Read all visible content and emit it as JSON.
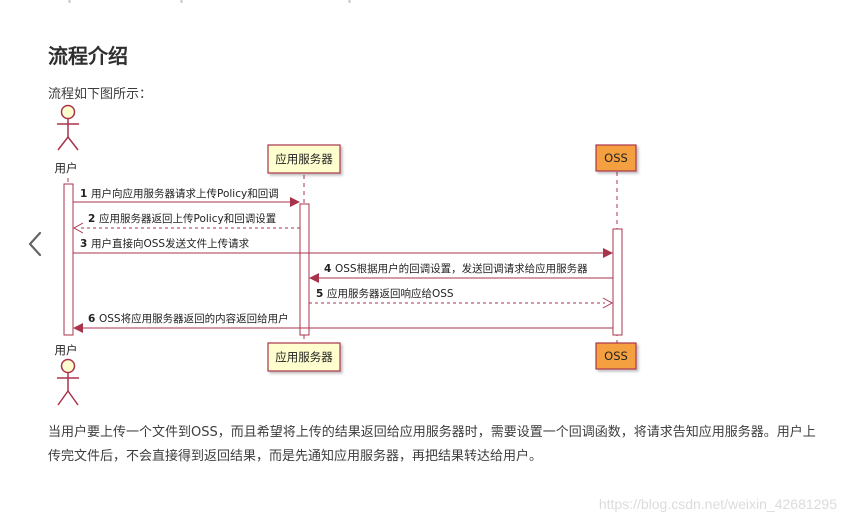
{
  "page": {
    "title": "流程介绍",
    "intro": "流程如下图所示：",
    "description": "当用户要上传一个文件到OSS，而且希望将上传的结果返回给应用服务器时，需要设置一个回调函数，将请求告知应用服务器。用户上传完文件后，不会直接得到返回结果，而是先通知应用服务器，再把结果转达给用户。",
    "watermark": "https://blog.csdn.net/weixin_42681295"
  },
  "nav": {
    "prev_icon": "chevron-left-icon"
  },
  "diagram": {
    "participants": {
      "user": "用户",
      "app_server": "应用服务器",
      "oss": "OSS"
    },
    "messages": [
      {
        "num": "1",
        "text": "用户向应用服务器请求上传Policy和回调",
        "from": "user",
        "to": "app_server",
        "style": "solid"
      },
      {
        "num": "2",
        "text": "应用服务器返回上传Policy和回调设置",
        "from": "app_server",
        "to": "user",
        "style": "dashed"
      },
      {
        "num": "3",
        "text": "用户直接向OSS发送文件上传请求",
        "from": "user",
        "to": "oss",
        "style": "solid"
      },
      {
        "num": "4",
        "text": "OSS根据用户的回调设置，发送回调请求给应用服务器",
        "from": "oss",
        "to": "app_server",
        "style": "solid"
      },
      {
        "num": "5",
        "text": "应用服务器返回响应给OSS",
        "from": "app_server",
        "to": "oss",
        "style": "dashed"
      },
      {
        "num": "6",
        "text": "OSS将应用服务器返回的内容返回给用户",
        "from": "oss",
        "to": "user",
        "style": "solid"
      }
    ],
    "colors": {
      "arrow": "#a8344b",
      "participant_fill": "#fefece",
      "oss_fill": "#f5a040",
      "lifeline": "#a8344b"
    }
  }
}
